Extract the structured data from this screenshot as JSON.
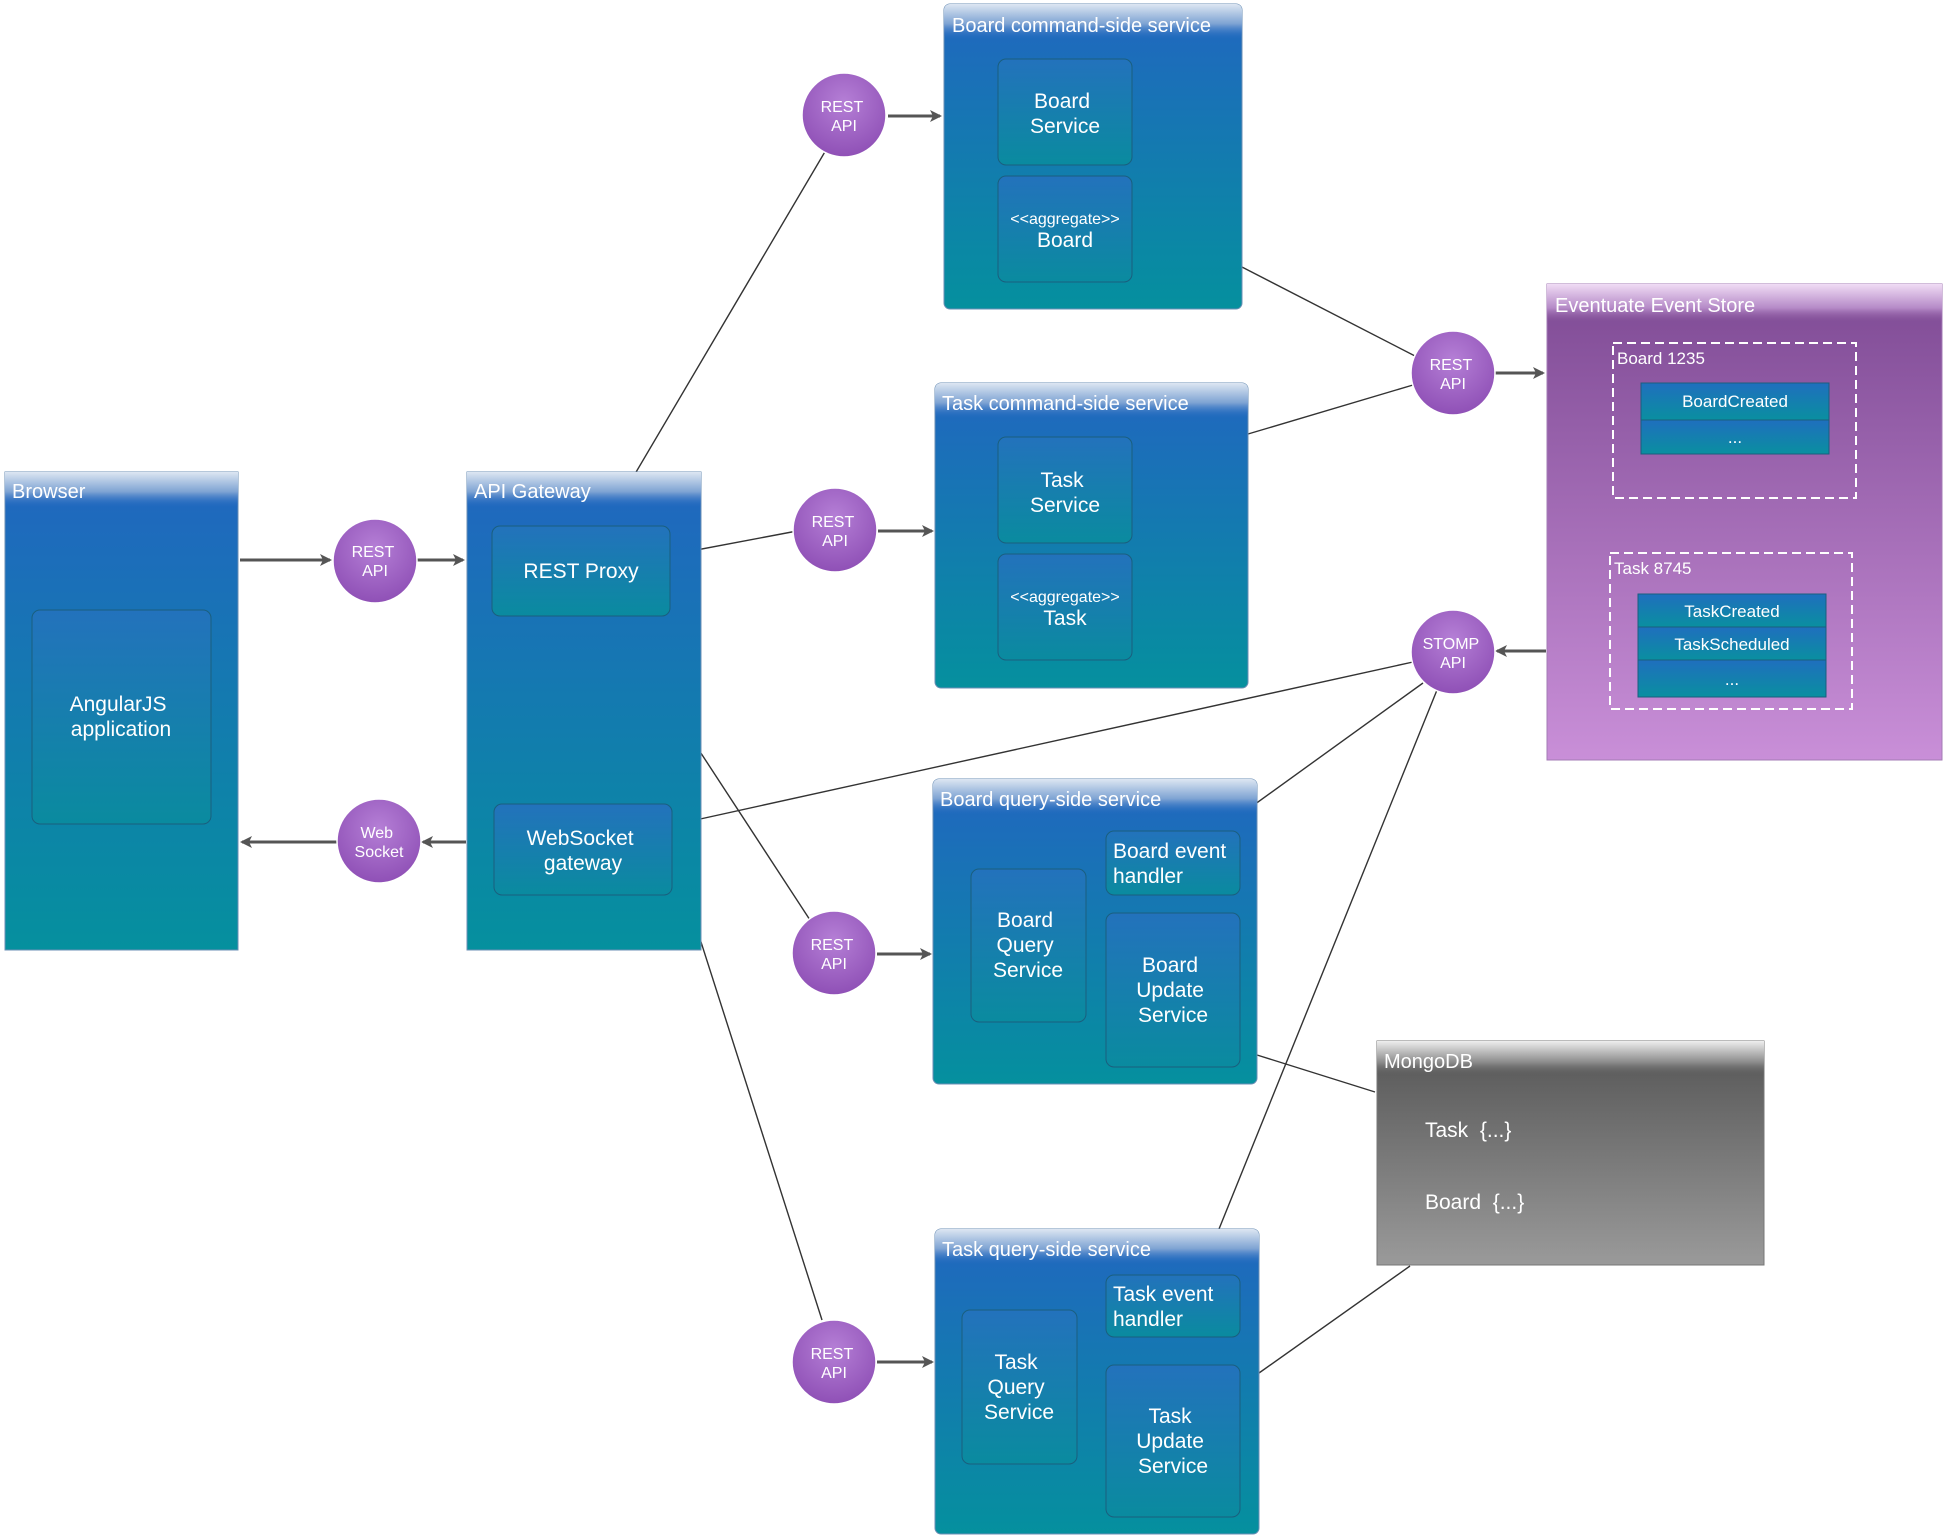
{
  "colors": {
    "service_top": "#2166c0",
    "service_bottom": "#05909e",
    "api_circle": "#a466c8",
    "event_store_top": "#7e4a94",
    "event_store_bottom": "#c98fd8",
    "mongodb_top": "#555555",
    "mongodb_bottom": "#9a9a9a",
    "connector": "#333333"
  },
  "browser": {
    "title": "Browser",
    "app_lines": [
      "AngularJS",
      "application"
    ]
  },
  "api_gateway": {
    "title": "API Gateway",
    "rest_proxy": "REST Proxy",
    "websocket_lines": [
      "WebSocket",
      "gateway"
    ]
  },
  "board_command": {
    "title": "Board command-side service",
    "service_lines": [
      "Board",
      "Service"
    ],
    "aggregate_stereotype": "<<aggregate>>",
    "aggregate_name": "Board"
  },
  "task_command": {
    "title": "Task command-side service",
    "service_lines": [
      "Task",
      "Service"
    ],
    "aggregate_stereotype": "<<aggregate>>",
    "aggregate_name": "Task"
  },
  "board_query": {
    "title": "Board query-side service",
    "query_lines": [
      "Board",
      "Query",
      "Service"
    ],
    "handler_lines": [
      "Board event",
      "handler"
    ],
    "update_lines": [
      "Board",
      "Update",
      "Service"
    ]
  },
  "task_query": {
    "title": "Task query-side service",
    "query_lines": [
      "Task",
      "Query",
      "Service"
    ],
    "handler_lines": [
      "Task event",
      "handler"
    ],
    "update_lines": [
      "Task",
      "Update",
      "Service"
    ]
  },
  "event_store": {
    "title": "Eventuate Event Store",
    "board_group": {
      "label": "Board 1235",
      "events": [
        "BoardCreated",
        "..."
      ]
    },
    "task_group": {
      "label": "Task 8745",
      "events": [
        "TaskCreated",
        "TaskScheduled",
        "..."
      ]
    }
  },
  "mongodb": {
    "title": "MongoDB",
    "entries": [
      "Task  {...}",
      "Board  {...}"
    ]
  },
  "api_circles": {
    "browser_rest": [
      "REST",
      "API"
    ],
    "websocket": [
      "Web",
      "Socket"
    ],
    "board_command_rest": [
      "REST",
      "API"
    ],
    "task_command_rest": [
      "REST",
      "API"
    ],
    "board_query_rest": [
      "REST",
      "API"
    ],
    "task_query_rest": [
      "REST",
      "API"
    ],
    "event_store_rest": [
      "REST",
      "API"
    ],
    "event_store_stomp": [
      "STOMP",
      "API"
    ]
  }
}
